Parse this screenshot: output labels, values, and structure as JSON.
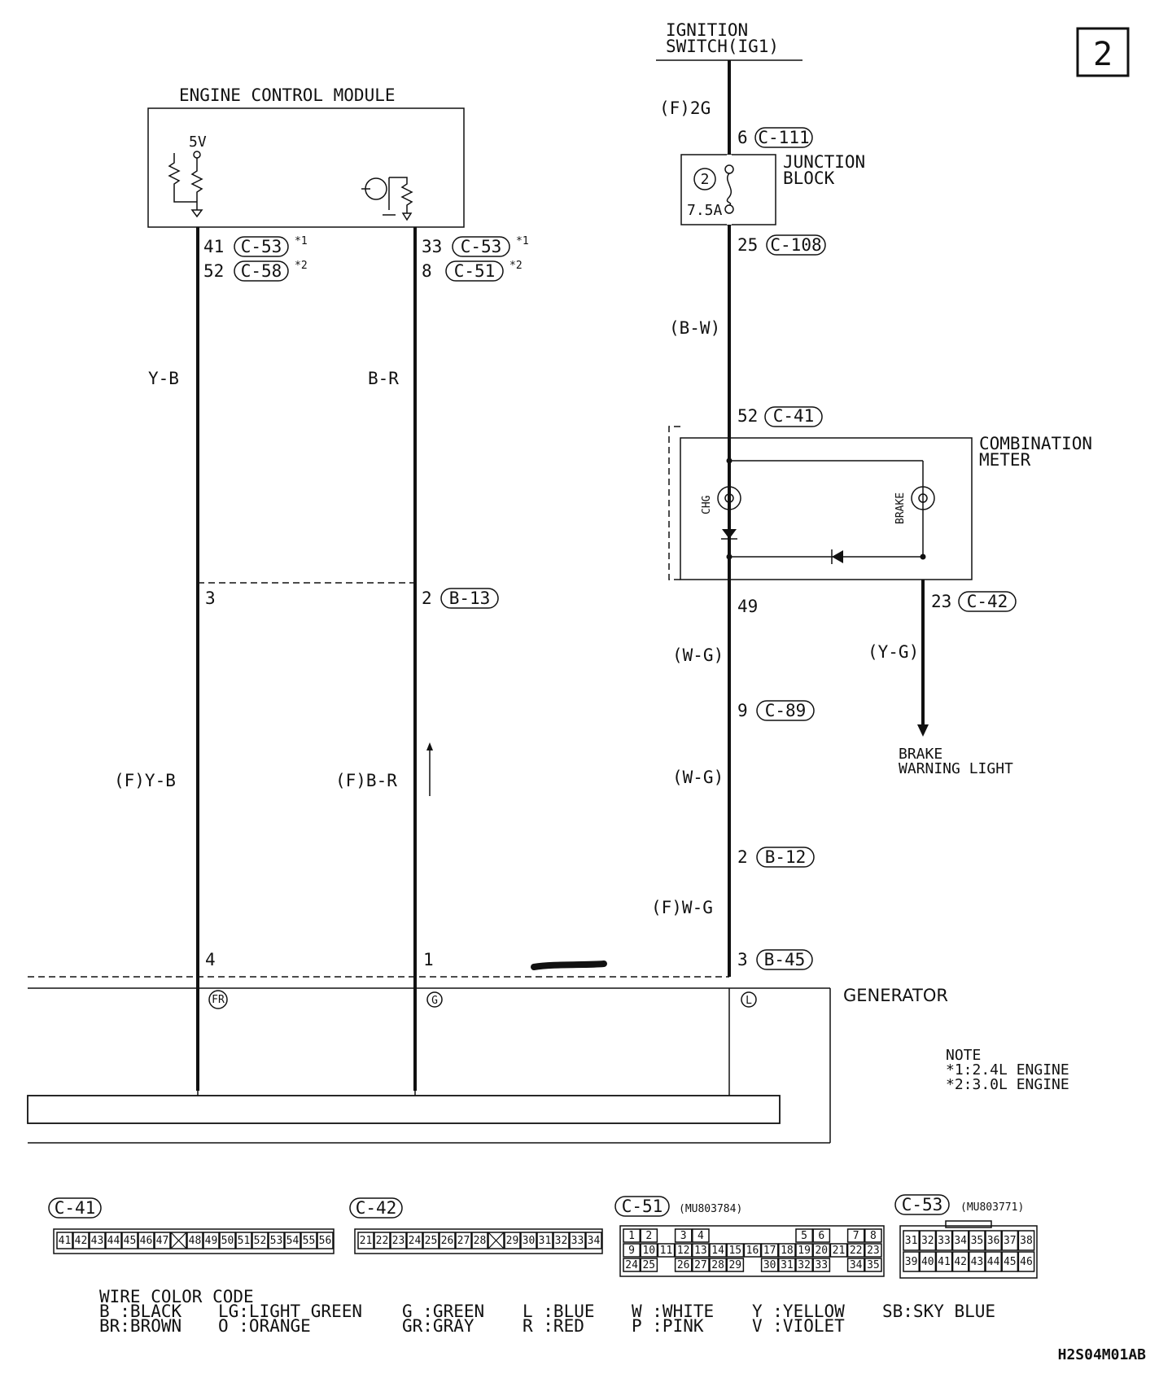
{
  "page_number": "2",
  "ignition_switch": {
    "line1": "IGNITION",
    "line2": "SWITCH(IG1)"
  },
  "ecm": {
    "title": "ENGINE CONTROL MODULE",
    "voltage": "5V"
  },
  "junction_block": {
    "line1": "JUNCTION",
    "line2": "BLOCK",
    "fuse_no": "2",
    "fuse_rating": "7.5A"
  },
  "combination_meter": {
    "line1": "COMBINATION",
    "line2": "METER",
    "chg": "CHG",
    "brake": "BRAKE"
  },
  "generator": {
    "label": "GENERATOR",
    "term_fr": "FR",
    "term_g": "G",
    "term_l": "L"
  },
  "brake_warning": {
    "line1": "BRAKE",
    "line2": "WARNING LIGHT"
  },
  "note": {
    "title": "NOTE",
    "line1": "*1:2.4L ENGINE",
    "line2": "*2:3.0L ENGINE"
  },
  "wire_labels": {
    "f2g": "(F)2G",
    "bw": "(B-W)",
    "yb": "Y-B",
    "br": "B-R",
    "fyb": "(F)Y-B",
    "fbr": "(F)B-R",
    "wg1": "(W-G)",
    "wg2": "(W-G)",
    "fwg": "(F)W-G",
    "yg": "(Y-G)"
  },
  "pins": {
    "p6": "6",
    "p25": "25",
    "p52": "52",
    "p49": "49",
    "p23": "23",
    "p9": "9",
    "p2b12": "2",
    "p3b45": "3",
    "p41": "41",
    "p52b": "52",
    "p33": "33",
    "p8": "8",
    "p3": "3",
    "p2b13": "2",
    "p4": "4",
    "p1": "1"
  },
  "connectors_ref": {
    "c111": "C-111",
    "c108": "C-108",
    "c41": "C-41",
    "c42": "C-42",
    "c89": "C-89",
    "b12": "B-12",
    "b45": "B-45",
    "c53a": "C-53",
    "c58": "C-58",
    "c53b": "C-53",
    "c51": "C-51",
    "b13": "B-13"
  },
  "footnotes": {
    "n1a": "*1",
    "n2a": "*2",
    "n1b": "*1",
    "n2b": "*2"
  },
  "connector_faces": [
    {
      "name": "C-41",
      "part": "",
      "rows": [
        [
          "41",
          "42",
          "43",
          "44",
          "45",
          "46",
          "47",
          "X",
          "48",
          "49",
          "50",
          "51",
          "52",
          "53",
          "54",
          "55",
          "56"
        ]
      ]
    },
    {
      "name": "C-42",
      "part": "",
      "rows": [
        [
          "21",
          "22",
          "23",
          "24",
          "25",
          "26",
          "27",
          "28",
          "X",
          "29",
          "30",
          "31",
          "32",
          "33",
          "34"
        ]
      ]
    },
    {
      "name": "C-51",
      "part": "(MU803784)",
      "rows": [
        [
          "1",
          "2",
          "",
          "3",
          "4",
          "",
          "",
          "",
          "",
          "",
          "5",
          "6",
          "",
          "7",
          "8"
        ],
        [
          "9",
          "10",
          "11",
          "12",
          "13",
          "14",
          "15",
          "16",
          "17",
          "18",
          "19",
          "20",
          "21",
          "22",
          "23"
        ],
        [
          "24",
          "25",
          "",
          "26",
          "27",
          "28",
          "29",
          "",
          "30",
          "31",
          "32",
          "33",
          "",
          "34",
          "35"
        ]
      ]
    },
    {
      "name": "C-53",
      "part": "(MU803771)",
      "rows": [
        [
          "31",
          "32",
          "33",
          "34",
          "35",
          "36",
          "37",
          "38"
        ],
        [
          "39",
          "40",
          "41",
          "42",
          "43",
          "44",
          "45",
          "46"
        ]
      ]
    }
  ],
  "wire_color_code": {
    "title": "WIRE COLOR CODE",
    "entries": [
      "B :BLACK",
      "BR:BROWN",
      "LG:LIGHT GREEN",
      "O :ORANGE",
      "G :GREEN",
      "GR:GRAY",
      "L :BLUE",
      "R :RED",
      "W :WHITE",
      "P :PINK",
      "Y :YELLOW",
      "V :VIOLET",
      "SB:SKY BLUE"
    ]
  },
  "figure_code": "H2S04M01AB"
}
